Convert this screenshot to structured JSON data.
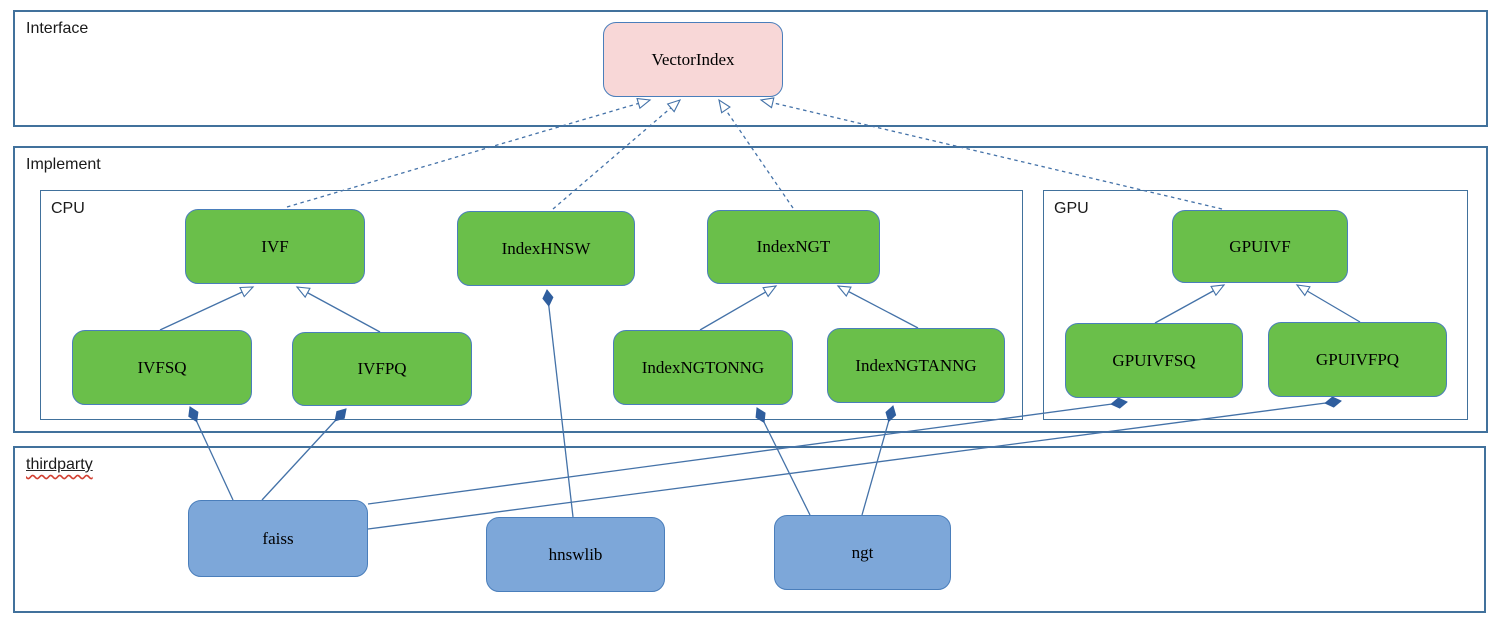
{
  "diagram": {
    "sections": {
      "interface": {
        "label": "Interface"
      },
      "implement": {
        "label": "Implement"
      },
      "cpu": {
        "label": "CPU"
      },
      "gpu": {
        "label": "GPU"
      },
      "thirdparty": {
        "label": "thirdparty"
      }
    },
    "nodes": {
      "vectorindex": {
        "label": "VectorIndex",
        "kind": "interface"
      },
      "ivf": {
        "label": "IVF",
        "kind": "cpu-implementation"
      },
      "indexhnsw": {
        "label": "IndexHNSW",
        "kind": "cpu-implementation"
      },
      "indexngt": {
        "label": "IndexNGT",
        "kind": "cpu-implementation"
      },
      "gpuivf": {
        "label": "GPUIVF",
        "kind": "gpu-implementation"
      },
      "ivfsq": {
        "label": "IVFSQ",
        "kind": "cpu-implementation"
      },
      "ivfpq": {
        "label": "IVFPQ",
        "kind": "cpu-implementation"
      },
      "indexngtonng": {
        "label": "IndexNGTONNG",
        "kind": "cpu-implementation"
      },
      "indexngtanng": {
        "label": "IndexNGTANNG",
        "kind": "cpu-implementation"
      },
      "gpuivfsq": {
        "label": "GPUIVFSQ",
        "kind": "gpu-implementation"
      },
      "gpuivfpq": {
        "label": "GPUIVFPQ",
        "kind": "gpu-implementation"
      },
      "faiss": {
        "label": "faiss",
        "kind": "thirdparty-library"
      },
      "hnswlib": {
        "label": "hnswlib",
        "kind": "thirdparty-library"
      },
      "ngt": {
        "label": "ngt",
        "kind": "thirdparty-library"
      }
    },
    "edges": {
      "realizations_dashed": [
        {
          "from": "IVF",
          "to": "VectorIndex"
        },
        {
          "from": "IndexHNSW",
          "to": "VectorIndex"
        },
        {
          "from": "IndexNGT",
          "to": "VectorIndex"
        },
        {
          "from": "GPUIVF",
          "to": "VectorIndex"
        }
      ],
      "inheritances": [
        {
          "from": "IVFSQ",
          "to": "IVF"
        },
        {
          "from": "IVFPQ",
          "to": "IVF"
        },
        {
          "from": "IndexNGTONNG",
          "to": "IndexNGT"
        },
        {
          "from": "IndexNGTANNG",
          "to": "IndexNGT"
        },
        {
          "from": "GPUIVFSQ",
          "to": "GPUIVF"
        },
        {
          "from": "GPUIVFPQ",
          "to": "GPUIVF"
        }
      ],
      "compositions": [
        {
          "whole": "IVFSQ",
          "part": "faiss"
        },
        {
          "whole": "IVFPQ",
          "part": "faiss"
        },
        {
          "whole": "IndexHNSW",
          "part": "hnswlib"
        },
        {
          "whole": "IndexNGTONNG",
          "part": "ngt"
        },
        {
          "whole": "IndexNGTANNG",
          "part": "ngt"
        },
        {
          "whole": "GPUIVFSQ",
          "part": "faiss"
        },
        {
          "whole": "GPUIVFPQ",
          "part": "faiss"
        }
      ]
    },
    "colors": {
      "interface_node_fill": "#f8d7d7",
      "implementation_node_fill": "#6abf4a",
      "thirdparty_node_fill": "#7da7d9",
      "node_border": "#4a7ebb",
      "section_border": "#41719c",
      "edge_stroke": "#4472a8",
      "spellcheck_underline": "#d23f31"
    }
  }
}
